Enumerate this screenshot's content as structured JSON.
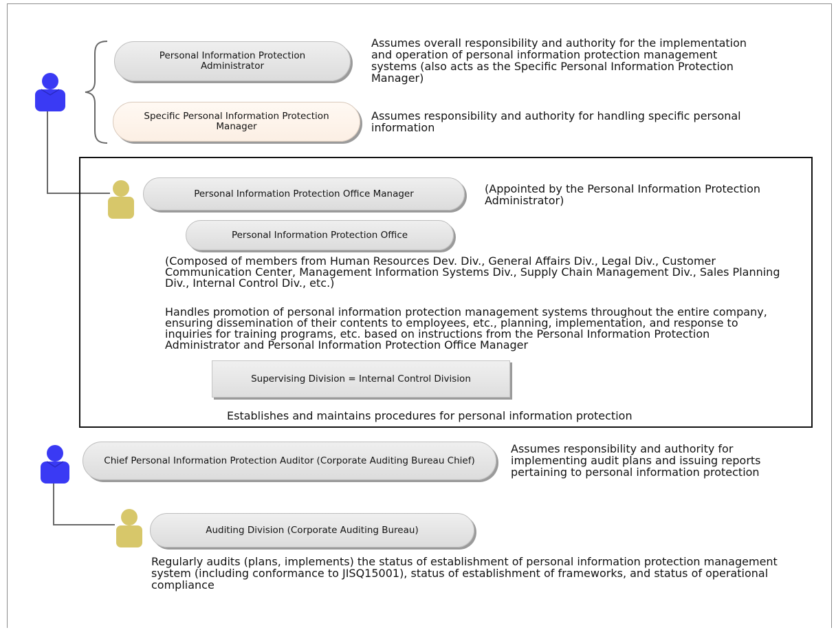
{
  "colors": {
    "admin_person": "#3a3af4",
    "staff_person": "#d7c76a",
    "pill_gray": "#e4e4e4",
    "pill_peach": "#fcf0e6",
    "connector": "#666666"
  },
  "icons": [
    "person-icon-blue",
    "person-icon-gold"
  ],
  "admin": {
    "label": "Personal Information Protection Administrator",
    "desc": "Assumes overall responsibility and authority for the implementation and operation of personal information protection management systems (also acts as the Specific Personal Information Protection Manager)"
  },
  "specific_manager": {
    "label": "Specific Personal Information Protection Manager",
    "desc": "Assumes responsibility and authority for handling specific personal information"
  },
  "office_manager": {
    "label": "Personal Information Protection Office Manager",
    "desc": "(Appointed by the Personal Information Protection Administrator)"
  },
  "office": {
    "label": "Personal Information Protection Office",
    "composition": "(Composed of members from Human Resources Dev. Div., General Affairs Div., Legal Div., Customer Communication Center, Management Information Systems Div., Supply Chain Management Div., Sales Planning Div., Internal Control Div., etc.)",
    "duties": "Handles promotion of personal information protection management systems throughout the entire company, ensuring dissemination of their contents to employees, etc., planning, implementation, and response to inquiries for training programs, etc. based on instructions from the Personal Information Protection Administrator and Personal Information Protection Office Manager"
  },
  "supervising": {
    "label": "Supervising Division = Internal Control Division",
    "desc": "Establishes and maintains procedures for personal information protection"
  },
  "chief_auditor": {
    "label": "Chief Personal Information Protection Auditor (Corporate Auditing Bureau Chief)",
    "desc": "Assumes responsibility and authority for implementing audit plans and issuing reports pertaining to personal information protection"
  },
  "auditing_division": {
    "label": "Auditing Division (Corporate Auditing Bureau)",
    "desc": "Regularly audits (plans, implements) the status of establishment of personal information protection management system (including conformance to JISQ15001), status of establishment of frameworks, and status of operational compliance"
  }
}
